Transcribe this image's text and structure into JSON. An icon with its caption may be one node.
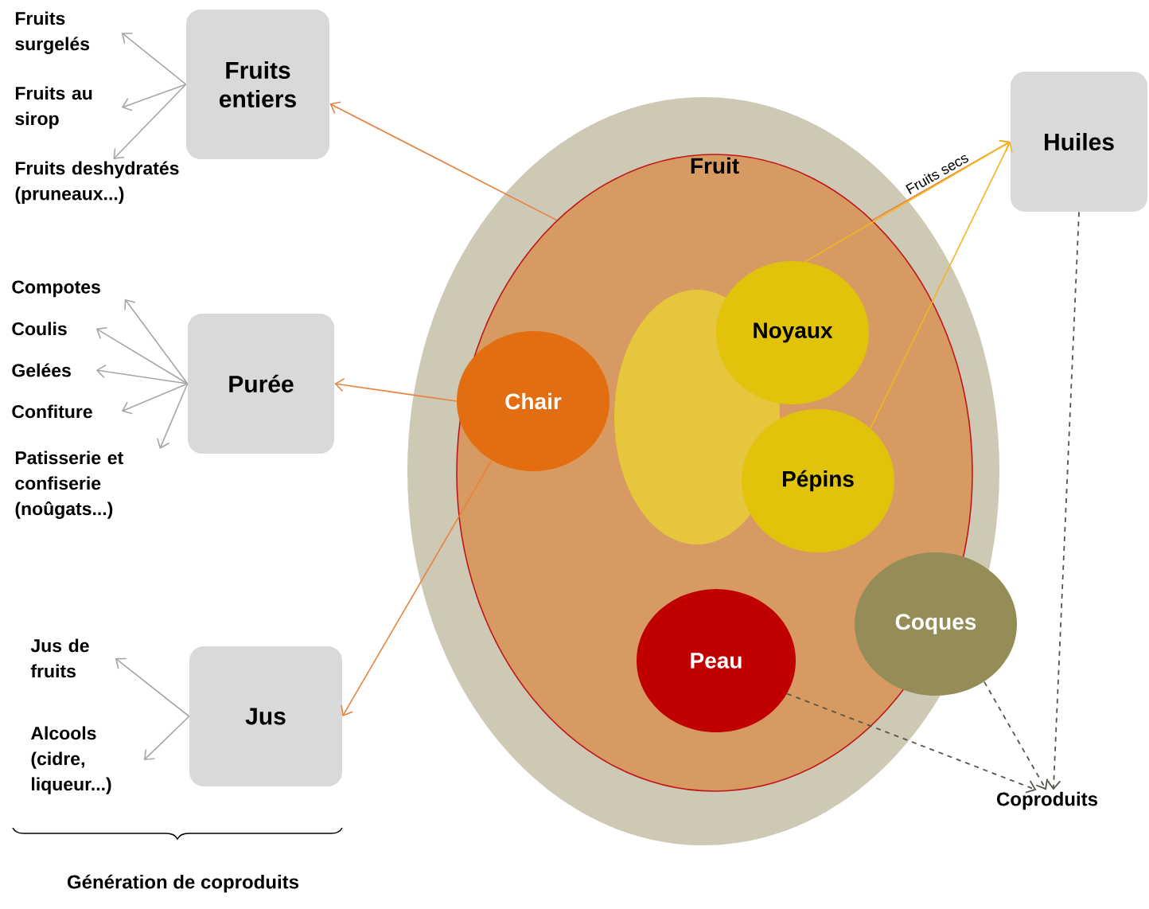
{
  "diagram": {
    "nodes": [
      {
        "text": [],
        "shape": "ellipse"
      },
      {
        "text": [
          "Fruit"
        ],
        "in": 0
      },
      {
        "text": [
          "Chair"
        ],
        "in": 1
      },
      {
        "text": [],
        "shape": "ellipse",
        "in": 1
      },
      {
        "text": [
          "Noyaux"
        ],
        "in": 1
      },
      {
        "text": [
          "Pépins"
        ],
        "in": 1
      },
      {
        "text": [
          "Peau"
        ],
        "in": 1
      },
      {
        "text": [
          "Coques"
        ]
      },
      {
        "text": [
          "Fruits entiers"
        ]
      },
      {
        "text": [
          "Purée"
        ]
      },
      {
        "text": [
          "Jus"
        ]
      },
      {
        "text": [
          "Huiles"
        ]
      },
      {
        "text": [
          "Coproduits"
        ]
      },
      {
        "text": [
          "Fruits surgelés"
        ]
      },
      {
        "text": [
          "Fruits au sirop"
        ]
      },
      {
        "text": [
          "Fruits deshydratés (pruneaux...)"
        ]
      },
      {
        "text": [
          "Compotes"
        ]
      },
      {
        "text": [
          "Coulis"
        ]
      },
      {
        "text": [
          "Gelées"
        ]
      },
      {
        "text": [
          "Confiture"
        ]
      },
      {
        "text": [
          "Patisserie et confiserie (noûgats...)"
        ]
      },
      {
        "text": [
          "Jus de fruits"
        ]
      },
      {
        "text": [
          "Alcools (cidre, liqueur...)"
        ]
      }
    ],
    "edges": [
      {
        "from": 1,
        "to": 8,
        "arrow": "to",
        "color": "#e8813a"
      },
      {
        "from": 2,
        "to": 9,
        "arrow": "to",
        "color": "#e8813a"
      },
      {
        "from": 2,
        "to": 10,
        "arrow": "to",
        "color": "#e8813a"
      },
      {
        "from": 1,
        "to": 11,
        "arrow": "to",
        "label": "Fruits secs",
        "color": "#e8813a"
      },
      {
        "from": 4,
        "to": 11,
        "arrow": "to",
        "color": "#f5b520"
      },
      {
        "from": 5,
        "to": 11,
        "arrow": "to",
        "color": "#f5b520"
      },
      {
        "from": 6,
        "to": 12,
        "arrow": "to",
        "style": "dashed",
        "color": "#555548"
      },
      {
        "from": 7,
        "to": 12,
        "arrow": "to",
        "style": "dashed",
        "color": "#555548"
      },
      {
        "from": 11,
        "to": 12,
        "arrow": "to",
        "style": "dashed",
        "color": "#555548"
      },
      {
        "from": 8,
        "to": 13,
        "arrow": "to"
      },
      {
        "from": 8,
        "to": 14,
        "arrow": "to"
      },
      {
        "from": 8,
        "to": 15,
        "arrow": "to"
      },
      {
        "from": 9,
        "to": 16,
        "arrow": "to"
      },
      {
        "from": 9,
        "to": 17,
        "arrow": "to"
      },
      {
        "from": 9,
        "to": 18,
        "arrow": "to"
      },
      {
        "from": 9,
        "to": 19,
        "arrow": "to"
      },
      {
        "from": 9,
        "to": 20,
        "arrow": "to"
      },
      {
        "from": 10,
        "to": 21,
        "arrow": "to"
      },
      {
        "from": 10,
        "to": 22,
        "arrow": "to"
      }
    ],
    "labels": [
      "Génération de coproduits"
    ]
  }
}
